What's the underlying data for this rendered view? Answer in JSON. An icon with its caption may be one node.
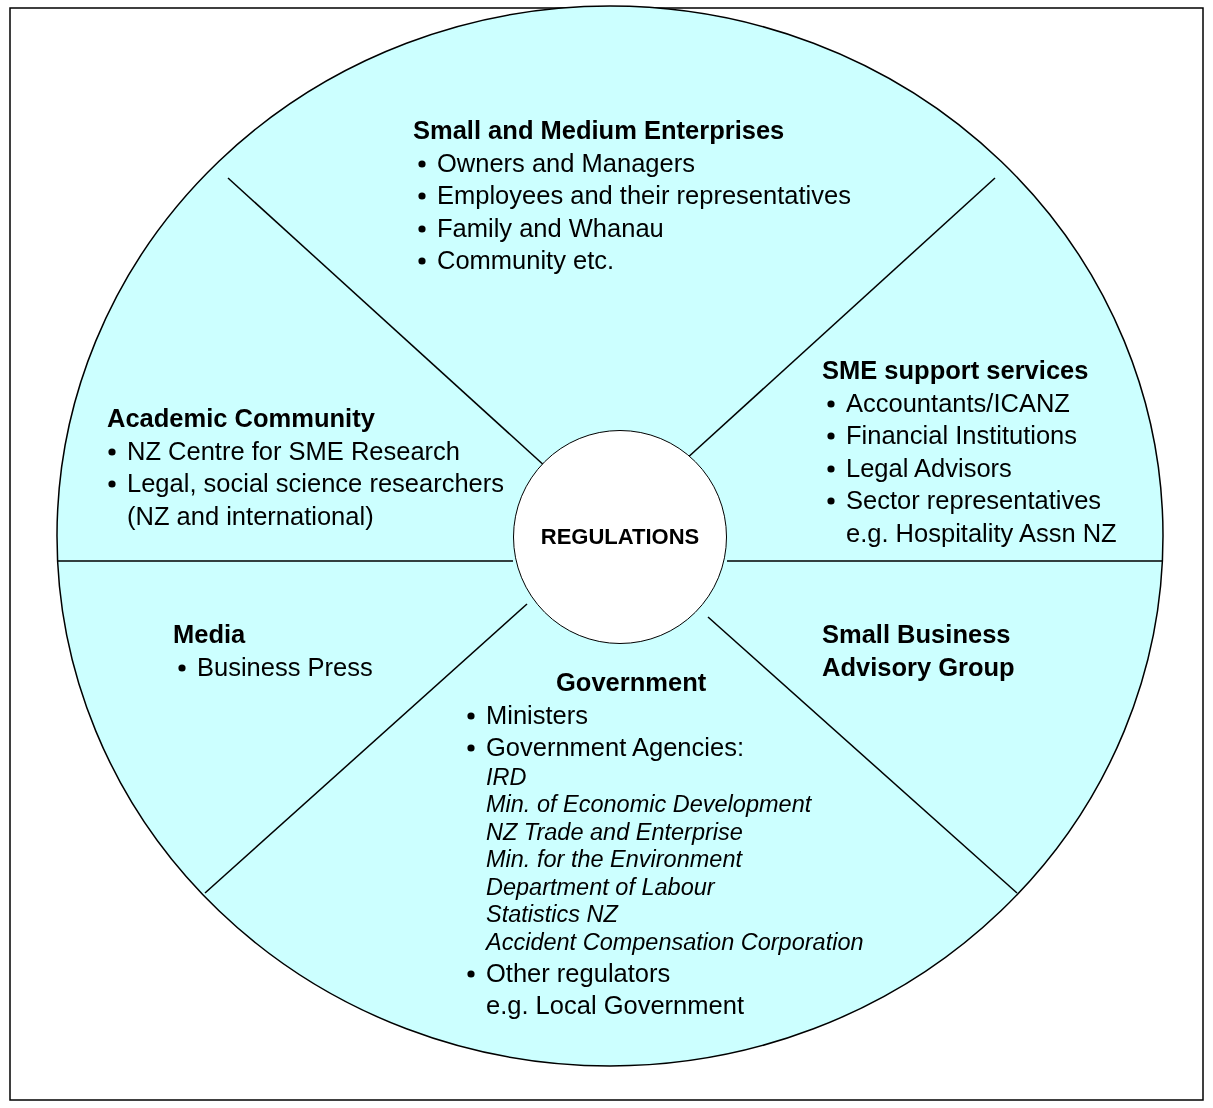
{
  "diagram": {
    "nodes": [
      {
        "text": [
          "Small and Medium Enterprises",
          "Owners and Managers",
          "Employees and their representatives",
          "Family and Whanau",
          "Community etc."
        ]
      },
      {
        "text": [
          "Academic Community",
          "NZ Centre for SME Research",
          "Legal, social science researchers (NZ and international)"
        ]
      },
      {
        "text": [
          "SME support services",
          "Accountants/ICANZ",
          "Financial Institutions",
          "Legal Advisors",
          "Sector representatives",
          "e.g. Hospitality Assn NZ"
        ]
      },
      {
        "text": [
          "REGULATIONS"
        ]
      },
      {
        "text": [
          "Media",
          "Business Press"
        ]
      },
      {
        "text": [
          "Small Business Advisory Group"
        ]
      },
      {
        "text": [
          "Government",
          "Ministers",
          "Government Agencies:",
          "IRD",
          "Min. of Economic Development",
          "NZ Trade and Enterprise",
          "Min. for the Environment",
          "Department of Labour",
          "Statistics NZ",
          "Accident Compensation Corporation",
          "Other regulators",
          "e.g. Local Government"
        ]
      }
    ]
  }
}
